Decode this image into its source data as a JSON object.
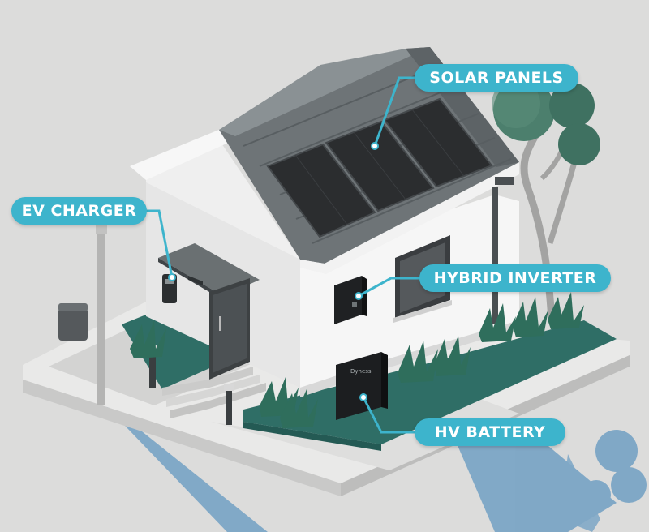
{
  "labels": {
    "solar_panels": "SOLAR PANELS",
    "ev_charger": "EV CHARGER",
    "hybrid_inverter": "HYBRID INVERTER",
    "hv_battery": "HV BATTERY"
  },
  "battery_brand": "Dyness",
  "colors": {
    "callout": "#3db4cc",
    "callout_text": "#ffffff",
    "background": "#dcdcdb",
    "wall": "#f2f2f2",
    "roof": "#6e7477",
    "panel": "#2b2d2f",
    "lawn": "#2f6e66",
    "shadow": "#5f94bd"
  }
}
